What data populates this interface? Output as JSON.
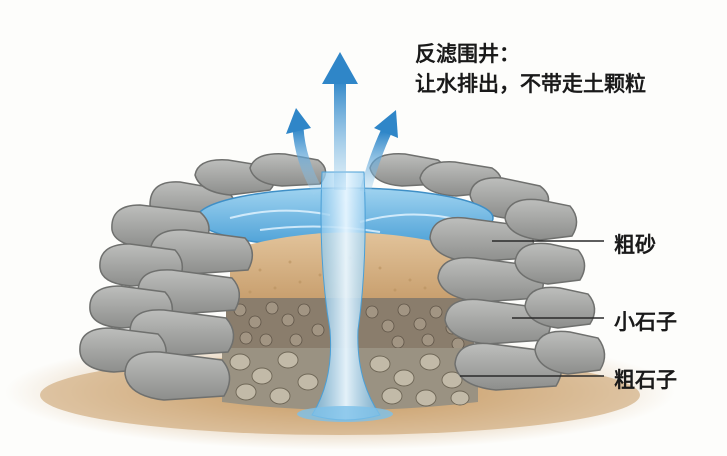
{
  "title": "反滤围井：",
  "subtitle": "让水排出，不带走土颗粒",
  "layers": [
    {
      "label": "粗砂",
      "color": "#d8b48a"
    },
    {
      "label": "小石子",
      "color": "#8f8272"
    },
    {
      "label": "粗石子",
      "color": "#a8a090"
    }
  ],
  "colors": {
    "sandbag": "#a9aaa8",
    "water": "#4aa0d8",
    "arrow": "#2f86c8",
    "soil": "#c89a62"
  }
}
